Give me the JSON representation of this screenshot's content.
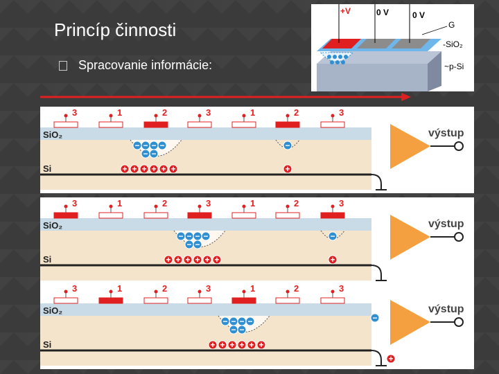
{
  "slide": {
    "title": "Princíp činnosti",
    "bullet_glyph": "",
    "bullet_text": "Spracovanie informácie:"
  },
  "inset": {
    "voltage_labels": [
      "+V",
      "0 V",
      "0 V"
    ],
    "labels": [
      "G",
      "-SiO₂",
      "~p-Si"
    ]
  },
  "panel_labels": {
    "oxide": "SiO₂",
    "silicon": "Si",
    "output": "výstup"
  },
  "colors": {
    "background": "#3b3b3b",
    "arrow": "#e02020",
    "active_gate": "#e02020",
    "oxide": "#c9dbe6",
    "substrate": "#f5e4cc",
    "electron": "#2f8fd0",
    "hole": "#e02020",
    "amplifier": "#f5a040"
  },
  "gate_phases": [
    "3",
    "1",
    "2",
    "3",
    "1",
    "2",
    "3"
  ],
  "panels": [
    {
      "active_gates": [
        2,
        5
      ],
      "electron_group_gate": 2,
      "single_electron_gate": 5,
      "output_charge": ""
    },
    {
      "active_gates": [
        0,
        3,
        6
      ],
      "electron_group_gate": 3,
      "single_electron_gate": 6,
      "output_charge": ""
    },
    {
      "active_gates": [
        1,
        4
      ],
      "electron_group_gate": 4,
      "single_electron_gate": null,
      "output_charge": "-"
    }
  ]
}
